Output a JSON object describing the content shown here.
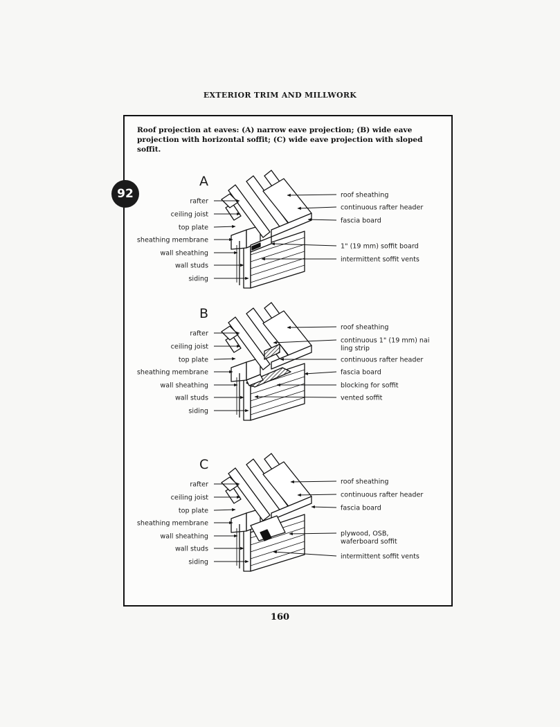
{
  "header": {
    "running_head": "EXTERIOR TRIM AND MILLWORK"
  },
  "figure": {
    "number": "92",
    "caption": "Roof projection at eaves: (A) narrow eave projection; (B) wide eave projection with horizontal soffit; (C) wide eave projection with sloped soffit.",
    "panels": [
      {
        "letter": "A",
        "left_labels": [
          "rafter",
          "ceiling joist",
          "top plate",
          "sheathing membrane",
          "wall sheathing",
          "wall studs",
          "siding"
        ],
        "right_labels": [
          "roof sheathing",
          "continuous rafter header",
          "fascia board",
          "1\" (19 mm) soffit board",
          "intermittent soffit vents"
        ]
      },
      {
        "letter": "B",
        "left_labels": [
          "rafter",
          "ceiling joist",
          "top plate",
          "sheathing membrane",
          "wall sheathing",
          "wall studs",
          "siding"
        ],
        "right_labels": [
          "roof sheathing",
          "continuous 1\" (19 mm) nailing strip",
          "continuous rafter header",
          "fascia board",
          "blocking for soffit",
          "vented soffit"
        ]
      },
      {
        "letter": "C",
        "left_labels": [
          "rafter",
          "ceiling joist",
          "top plate",
          "sheathing membrane",
          "wall sheathing",
          "wall studs",
          "siding"
        ],
        "right_labels": [
          "roof sheathing",
          "continuous rafter header",
          "fascia board",
          "plywood, OSB, waferboard soffit",
          "intermittent soffit vents"
        ]
      }
    ]
  },
  "page": {
    "number": "160"
  }
}
